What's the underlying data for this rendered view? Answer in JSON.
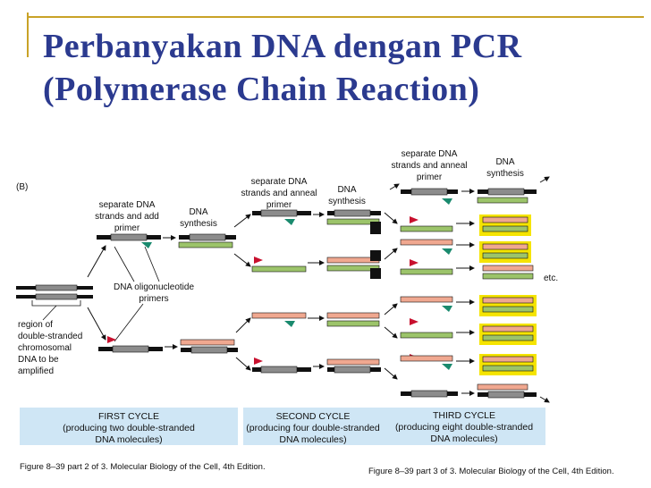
{
  "title": {
    "line1": "Perbanyakan DNA dengan PCR",
    "line2": "(Polymerase Chain Reaction)"
  },
  "diagram": {
    "panel_label": "(B)",
    "labels": {
      "separate_add_1": "separate DNA",
      "separate_add_2": "strands and add",
      "separate_add_3": "primer",
      "dna_synthesis_1a": "DNA",
      "dna_synthesis_1b": "synthesis",
      "separate_anneal_1": "separate DNA",
      "separate_anneal_2": "strands and anneal",
      "separate_anneal_3": "primer",
      "dna_synthesis_2a": "DNA",
      "dna_synthesis_2b": "synthesis",
      "separate_anneal_b1": "separate DNA",
      "separate_anneal_b2": "strands and anneal",
      "separate_anneal_b3": "primer",
      "dna_synthesis_3a": "DNA",
      "dna_synthesis_3b": "synthesis",
      "oligo_1": "DNA oligonucleotide",
      "oligo_2": "primers",
      "region_1": "region of",
      "region_2": "double-stranded",
      "region_3": "chromosomal",
      "region_4": "DNA to be",
      "region_5": "amplified",
      "etc": "etc."
    },
    "cycles": [
      {
        "title": "FIRST CYCLE",
        "line1": "(producing two double-stranded",
        "line2": "DNA molecules)"
      },
      {
        "title": "SECOND CYCLE",
        "line1": "(producing four double-stranded",
        "line2": "DNA molecules)"
      },
      {
        "title": "THIRD CYCLE",
        "line1": "(producing eight double-stranded",
        "line2": "DNA molecules)"
      }
    ],
    "captions": {
      "left": "Figure 8–39 part 2 of 3. Molecular Biology of the Cell, 4th Edition.",
      "right": "Figure 8–39 part 3 of 3. Molecular Biology of the Cell, 4th Edition."
    },
    "colors": {
      "original": "#8c8c8c",
      "new_salmon": "#f0a890",
      "new_green": "#9cc46a",
      "primer_red": "#c8102e",
      "primer_teal": "#1a8a6e",
      "highlight": "#f5e400",
      "cycle_box": "#cfe6f5",
      "title": "#2b3a8f"
    }
  }
}
